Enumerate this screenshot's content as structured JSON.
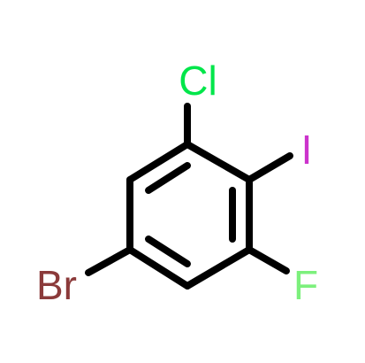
{
  "molecule": {
    "atoms": [
      {
        "id": "cl",
        "symbol": "Cl",
        "color": "#00e64a"
      },
      {
        "id": "i",
        "symbol": "I",
        "color": "#cc33cc"
      },
      {
        "id": "f",
        "symbol": "F",
        "color": "#7cf07c"
      },
      {
        "id": "br",
        "symbol": "Br",
        "color": "#8b3a3a"
      }
    ],
    "bond_color": "#000000"
  }
}
